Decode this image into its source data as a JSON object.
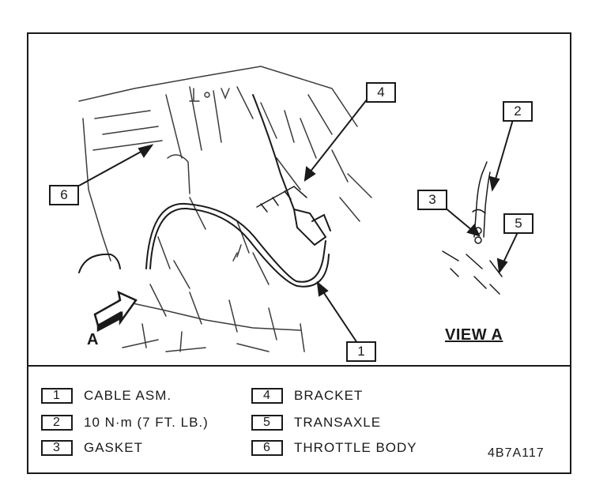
{
  "callouts": [
    {
      "id": "1",
      "label": "1"
    },
    {
      "id": "2",
      "label": "2"
    },
    {
      "id": "3",
      "label": "3"
    },
    {
      "id": "4",
      "label": "4"
    },
    {
      "id": "5",
      "label": "5"
    },
    {
      "id": "6",
      "label": "6"
    }
  ],
  "view_label": "VIEW A",
  "view_arrow_letter": "A",
  "legend": [
    {
      "num": "1",
      "text": "CABLE ASM."
    },
    {
      "num": "2",
      "text": "10 N·m (7 FT. LB.)"
    },
    {
      "num": "3",
      "text": "GASKET"
    },
    {
      "num": "4",
      "text": "BRACKET"
    },
    {
      "num": "5",
      "text": "TRANSAXLE"
    },
    {
      "num": "6",
      "text": "THROTTLE BODY"
    }
  ],
  "figure_code": "4B7A117",
  "colors": {
    "ink": "#1a1a1a",
    "paper": "#ffffff"
  }
}
